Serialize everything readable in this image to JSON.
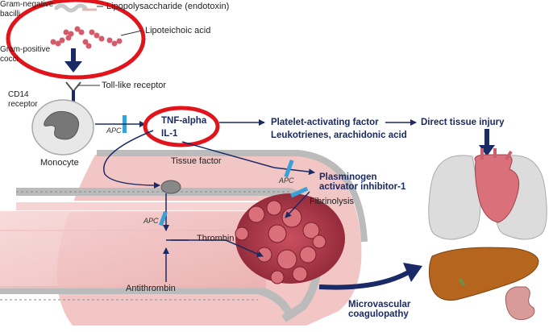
{
  "labels": {
    "gram_negative": "Gram-negative\nbacilli",
    "lps": "Lipopolysaccharide (endotoxin)",
    "lipoteichoic": "Lipoteichoic acid",
    "gram_positive": "Gram-positive\ncocci",
    "cd14": "CD14\nreceptor",
    "toll": "Toll-like receptor",
    "monocyte": "Monocyte",
    "apc": "APC",
    "tnf": "TNF-alpha",
    "il1": "IL-1",
    "paf": "Platelet-activating factor",
    "leuko": "Leukotrienes, arachidonic acid",
    "direct": "Direct tissue injury",
    "tissue_factor": "Tissue factor",
    "pai": "Plasminogen\nactivator inhibitor-1",
    "fibrinolysis": "Fibrinolysis",
    "thrombin": "Thrombin",
    "antithrombin": "Antithrombin",
    "micro": "Microvascular\ncoagulopathy"
  },
  "colors": {
    "highlight": "#e0141a",
    "arrow": "#1a2a66",
    "apc_bar": "#3aa0d8",
    "vessel": "#f3c6c6",
    "clot": "#b33a48",
    "lung": "#dcdcdc",
    "heart": "#d9707a",
    "liver": "#b5651d",
    "kidney": "#d99a9a"
  }
}
